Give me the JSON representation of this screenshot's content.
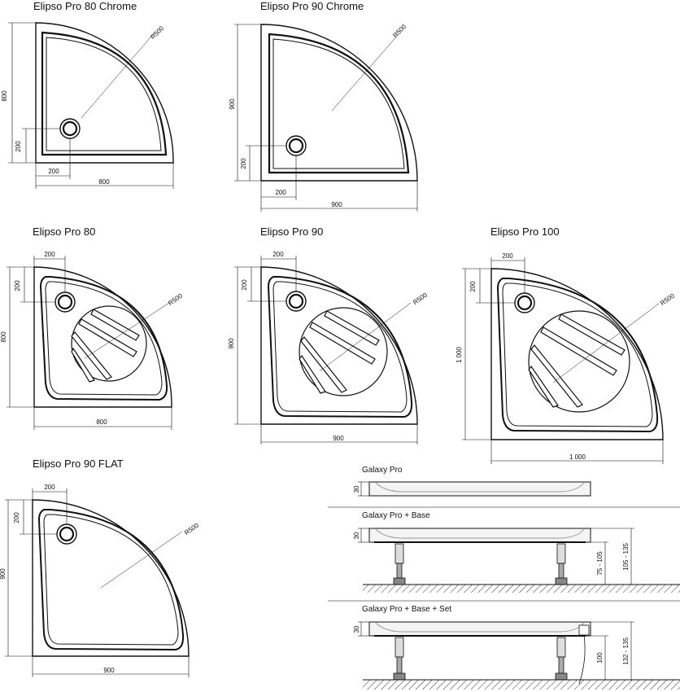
{
  "trays": [
    {
      "title": "Elipso Pro 80 Chrome",
      "width": "800",
      "depth": "800",
      "radius": "R500",
      "waste_x": "200",
      "waste_y": "200"
    },
    {
      "title": "Elipso Pro 90 Chrome",
      "width": "900",
      "depth": "900",
      "radius": "R500",
      "waste_x": "200",
      "waste_y": "200"
    },
    {
      "title": "Elipso Pro 80",
      "width": "800",
      "depth": "800",
      "radius": "R500",
      "waste_x": "200",
      "waste_y": "200"
    },
    {
      "title": "Elipso Pro 90",
      "width": "900",
      "depth": "900",
      "radius": "R500",
      "waste_x": "200",
      "waste_y": "200"
    },
    {
      "title": "Elipso Pro 100",
      "width": "1 000",
      "depth": "1 000",
      "radius": "R500",
      "waste_x": "200",
      "waste_y": "200"
    },
    {
      "title": "Elipso Pro 90 FLAT",
      "width": "900",
      "depth": "900",
      "radius": "R500",
      "waste_x": "200",
      "waste_y": "200"
    }
  ],
  "sections": [
    {
      "title": "Galaxy Pro",
      "tray_height": "30"
    },
    {
      "title": "Galaxy Pro + Base",
      "tray_height": "30",
      "leg_range": "75 - 105",
      "total_range": "105 - 135"
    },
    {
      "title": "Galaxy Pro + Base + Set",
      "tray_height": "30",
      "leg_range": "100",
      "total_range": "132 - 135"
    }
  ]
}
